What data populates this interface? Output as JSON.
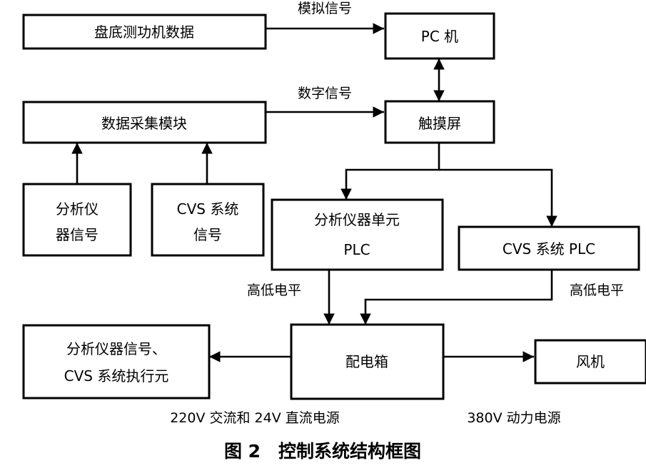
{
  "nodes": {
    "dyno_data": "盘底测功机数据",
    "pc": "PC 机",
    "daq_module": "数据采集模块",
    "touchscreen": "触摸屏",
    "analyzer_signal": [
      "分析仪",
      "器信号"
    ],
    "cvs_signal": [
      "CVS 系统",
      "信号"
    ],
    "analyzer_plc": [
      "分析仪器单元",
      "PLC"
    ],
    "cvs_plc": "CVS 系统 PLC",
    "distribution_box": "配电箱",
    "actuator": [
      "分析仪器信号、",
      "CVS 系统执行元"
    ],
    "fan": "风机"
  },
  "edge_labels": {
    "analog_signal": "模拟信号",
    "digital_signal": "数字信号",
    "level_left": "高低电平",
    "level_right": "高低电平",
    "power_ac_dc": "220V 交流和 24V 直流电源",
    "power_380": "380V 动力电源"
  },
  "caption": "图 2　控制系统结构框图"
}
